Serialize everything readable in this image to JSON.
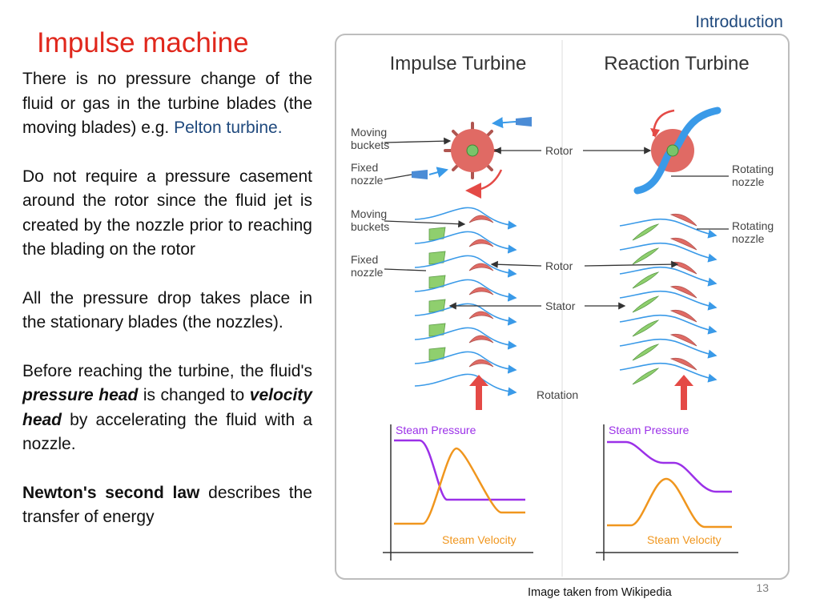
{
  "header": {
    "section": "Introduction",
    "title": "Impulse machine"
  },
  "body": {
    "p1": "There is no pressure change of the fluid or gas in the turbine blades (the moving blades) e.g.",
    "p1_link": "Pelton turbine.",
    "p2": "Do not require a pressure casement around the rotor since the fluid jet is created by the nozzle prior to reaching the blading on the rotor",
    "p3": "All the pressure drop takes place in the stationary blades (the nozzles).",
    "p4_a": "Before reaching the turbine, the fluid's",
    "p4_b": "pressure head",
    "p4_c": "is changed to",
    "p4_d": "velocity head",
    "p4_e": "by accelerating the fluid with a nozzle.",
    "p5_a": "Newton's second law",
    "p5_b": "describes the transfer of energy"
  },
  "figure": {
    "impulse_title": "Impulse Turbine",
    "reaction_title": "Reaction Turbine",
    "moving_buckets": [
      "Moving",
      "buckets"
    ],
    "fixed_nozzle": [
      "Fixed",
      "nozzle"
    ],
    "rotor": "Rotor",
    "stator": "Stator",
    "rotation": "Rotation",
    "rotating_nozzle": [
      "Rotating",
      "nozzle"
    ],
    "steam_pressure": "Steam Pressure",
    "steam_velocity": "Steam Velocity",
    "colors": {
      "rotor": "#e06a64",
      "nozzle": "#7ac36a",
      "steam": "#3a9ae8",
      "pressure": "#9b30e8",
      "velocity": "#f0961e",
      "arrow": "#e44a46"
    }
  },
  "footer": {
    "caption": "Image taken from Wikipedia",
    "page": "13"
  }
}
